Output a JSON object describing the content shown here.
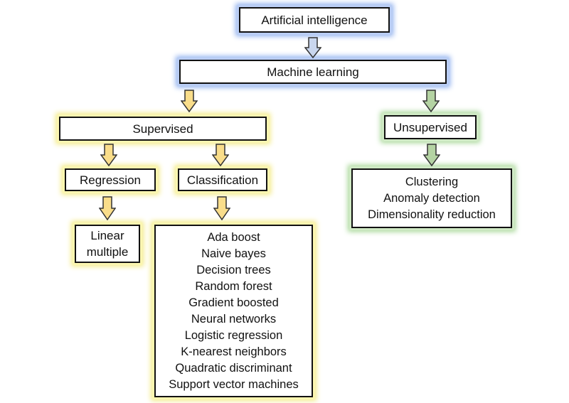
{
  "root": {
    "label": "Artificial intelligence"
  },
  "ml": {
    "label": "Machine learning"
  },
  "supervised": {
    "label": "Supervised",
    "regression": {
      "label": "Regression",
      "methods": [
        "Linear",
        "multiple"
      ]
    },
    "classification": {
      "label": "Classification",
      "methods": [
        "Ada boost",
        "Naive bayes",
        "Decision trees",
        "Random forest",
        "Gradient boosted",
        "Neural networks",
        "Logistic regression",
        "K-nearest neighbors",
        "Quadratic discriminant",
        "Support vector machines"
      ]
    }
  },
  "unsupervised": {
    "label": "Unsupervised",
    "methods": [
      "Clustering",
      "Anomaly detection",
      "Dimensionality reduction"
    ]
  },
  "colors": {
    "blue_glow": "#8fb0ee",
    "yellow_glow": "#f3ea86",
    "green_glow": "#a6d796",
    "arrow_blue": "#c9d6ee",
    "arrow_yellow": "#f9dd8a",
    "arrow_green": "#b4d3a3"
  }
}
